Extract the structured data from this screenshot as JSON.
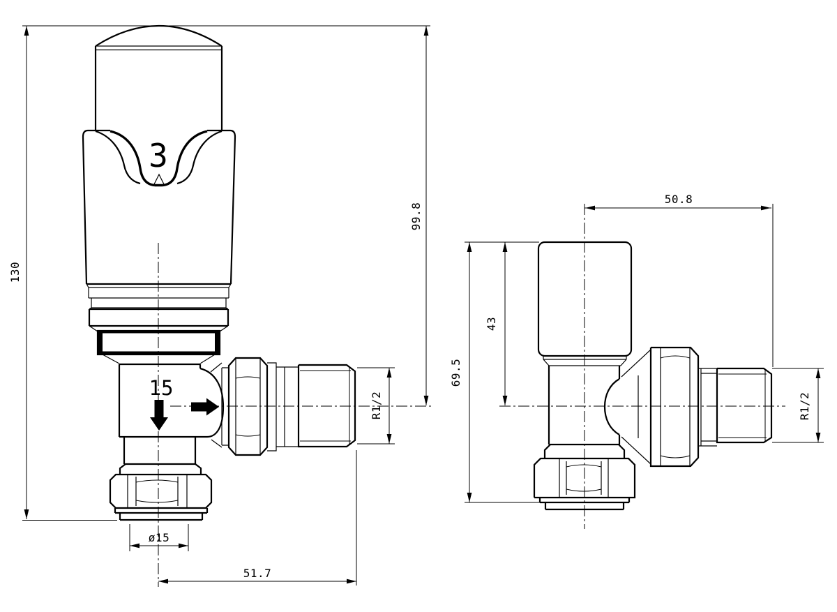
{
  "colors": {
    "ink": "#000000",
    "paper": "#ffffff"
  },
  "trv_view": {
    "head_setting_number": "3",
    "body_size_label": "15",
    "dim_overall_height": "130",
    "dim_axis_height": "99.8",
    "dim_tail_thread": "R1/2",
    "dim_inlet_diameter": "ø15",
    "dim_axis_to_tail_end": "51.7"
  },
  "lockshield_view": {
    "dim_axis_to_tail_end": "50.8",
    "dim_overall_height": "69.5",
    "dim_axis_height": "43",
    "dim_tail_thread": "R1/2"
  }
}
